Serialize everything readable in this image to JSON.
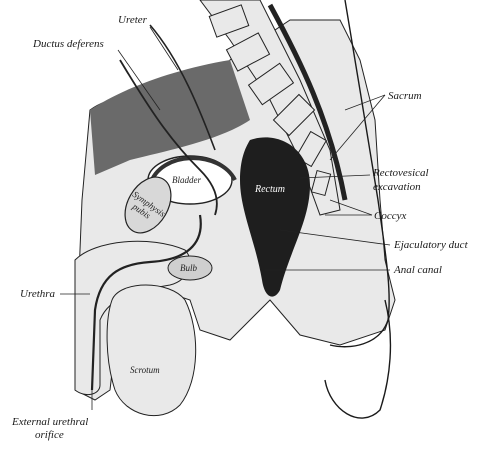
{
  "labels": {
    "ureter": "Ureter",
    "ductus_deferens": "Ductus deferens",
    "sacrum": "Sacrum",
    "rectovesical_line1": "Rectovesical",
    "rectovesical_line2": "excavation",
    "coccyx": "Coccyx",
    "ejaculatory_duct": "Ejaculatory duct",
    "anal_canal": "Anal canal",
    "urethra": "Urethra",
    "external_urethral_line1": "External urethral",
    "external_urethral_line2": "orifice",
    "bladder": "Bladder",
    "rectum": "Rectum",
    "symphysis_line1": "Symphysis",
    "symphysis_line2": "pubis",
    "bulb": "Bulb",
    "scrotum": "Scrotum"
  }
}
